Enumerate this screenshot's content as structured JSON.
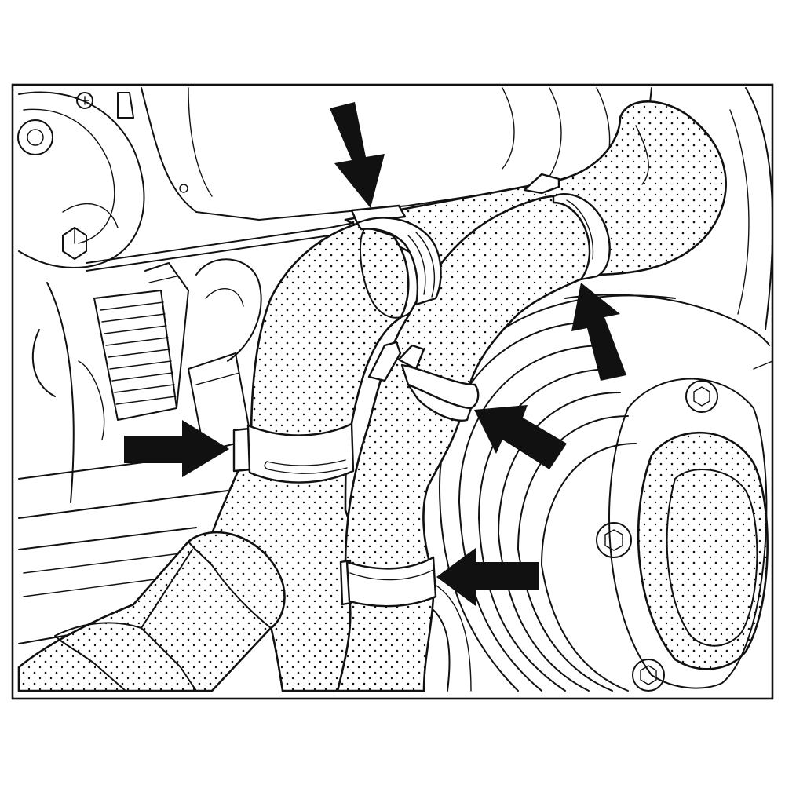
{
  "figure": {
    "line_color": "#111111",
    "background_color": "#ffffff",
    "arrows": [
      {
        "points_to": "upper-hose-clamp",
        "direction": "down"
      },
      {
        "points_to": "lower-left-hose-clamp",
        "direction": "right"
      },
      {
        "points_to": "right-hose-end-clamp",
        "direction": "up"
      },
      {
        "points_to": "middle-right-hose-clamp",
        "direction": "up-left"
      },
      {
        "points_to": "bottom-hose-clamp",
        "direction": "left"
      }
    ]
  }
}
